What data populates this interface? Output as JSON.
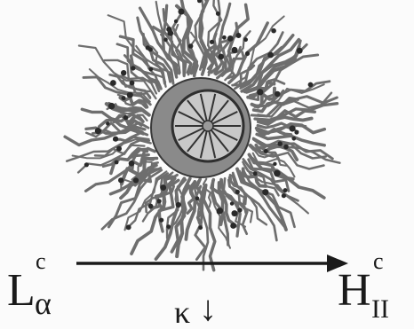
{
  "figure": {
    "icon": "inverted-micelle-cubic-lipid-aggregate",
    "colors": {
      "chain": "#6e6e6e",
      "chain_outline": "#3a3a3a",
      "headgroup": "#2a2a2a",
      "core_ring": "#4a4a4a",
      "core_fill": "#bdbdbd",
      "spokes": "#333333",
      "background": "#fbfbfb"
    }
  },
  "phase_start": {
    "main": "L",
    "subscript": "α",
    "superscript": "c"
  },
  "phase_end": {
    "main": "H",
    "subscript": "II",
    "superscript": "c"
  },
  "parameter": {
    "symbol": "κ",
    "direction_glyph": "↓"
  },
  "arrow": {
    "icon": "right-arrow"
  }
}
